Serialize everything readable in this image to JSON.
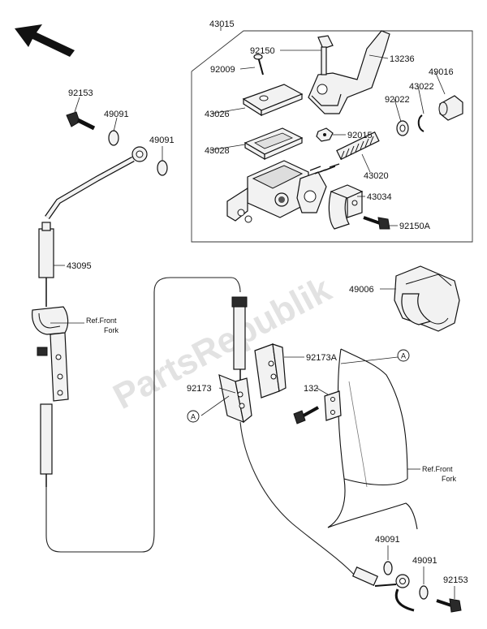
{
  "watermark": "PartsRepublik",
  "parts": {
    "p43015": "43015",
    "p92150": "92150",
    "p13236": "13236",
    "p92009": "92009",
    "p49016": "49016",
    "p43022": "43022",
    "p43026": "43026",
    "p92022": "92022",
    "p92015": "92015",
    "p43028": "43028",
    "p43020": "43020",
    "p43034": "43034",
    "p92150A": "92150A",
    "p92153_top": "92153",
    "p49091_a": "49091",
    "p49091_b": "49091",
    "p43095": "43095",
    "p49006": "49006",
    "p92173A": "92173A",
    "p92173": "92173",
    "p132": "132",
    "p49091_c": "49091",
    "p49091_d": "49091",
    "p92153_bottom": "92153"
  },
  "references": {
    "front_fork_left_1": "Ref.Front",
    "front_fork_left_2": "Fork",
    "front_fork_right_1": "Ref.Front",
    "front_fork_right_2": "Fork",
    "marker_a1": "A",
    "marker_a2": "A"
  }
}
